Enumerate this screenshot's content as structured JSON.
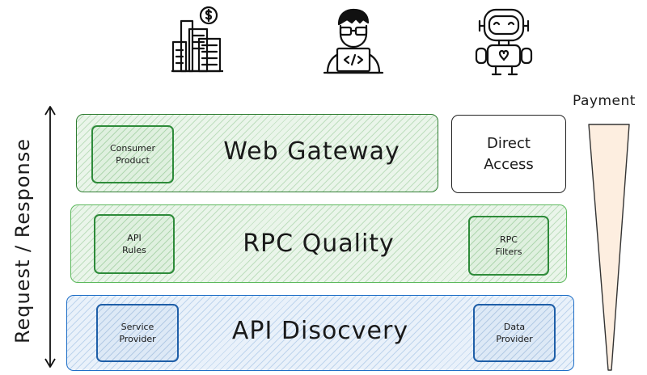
{
  "actors": [
    {
      "name": "business",
      "icon": "office-building-dollar-icon"
    },
    {
      "name": "developer",
      "icon": "developer-laptop-icon"
    },
    {
      "name": "robot",
      "icon": "robot-icon"
    }
  ],
  "axis": {
    "label": "Request / Response"
  },
  "payment": {
    "label": "Payment",
    "color": "#fdeee0"
  },
  "layers": {
    "web_gateway": {
      "title": "Web Gateway",
      "inner": "Consumer\nProduct",
      "color": "#2f7d32"
    },
    "rpc_quality": {
      "title": "RPC Quality",
      "inner_left": "API\nRules",
      "inner_right": "RPC\nFilters",
      "color": "#5cb85c"
    },
    "api_discovery": {
      "title": "API Disocvery",
      "inner_left": "Service\nProvider",
      "inner_right": "Data\nProvider",
      "color": "#1f6fc7"
    }
  },
  "direct_access": {
    "label": "Direct\nAccess"
  }
}
